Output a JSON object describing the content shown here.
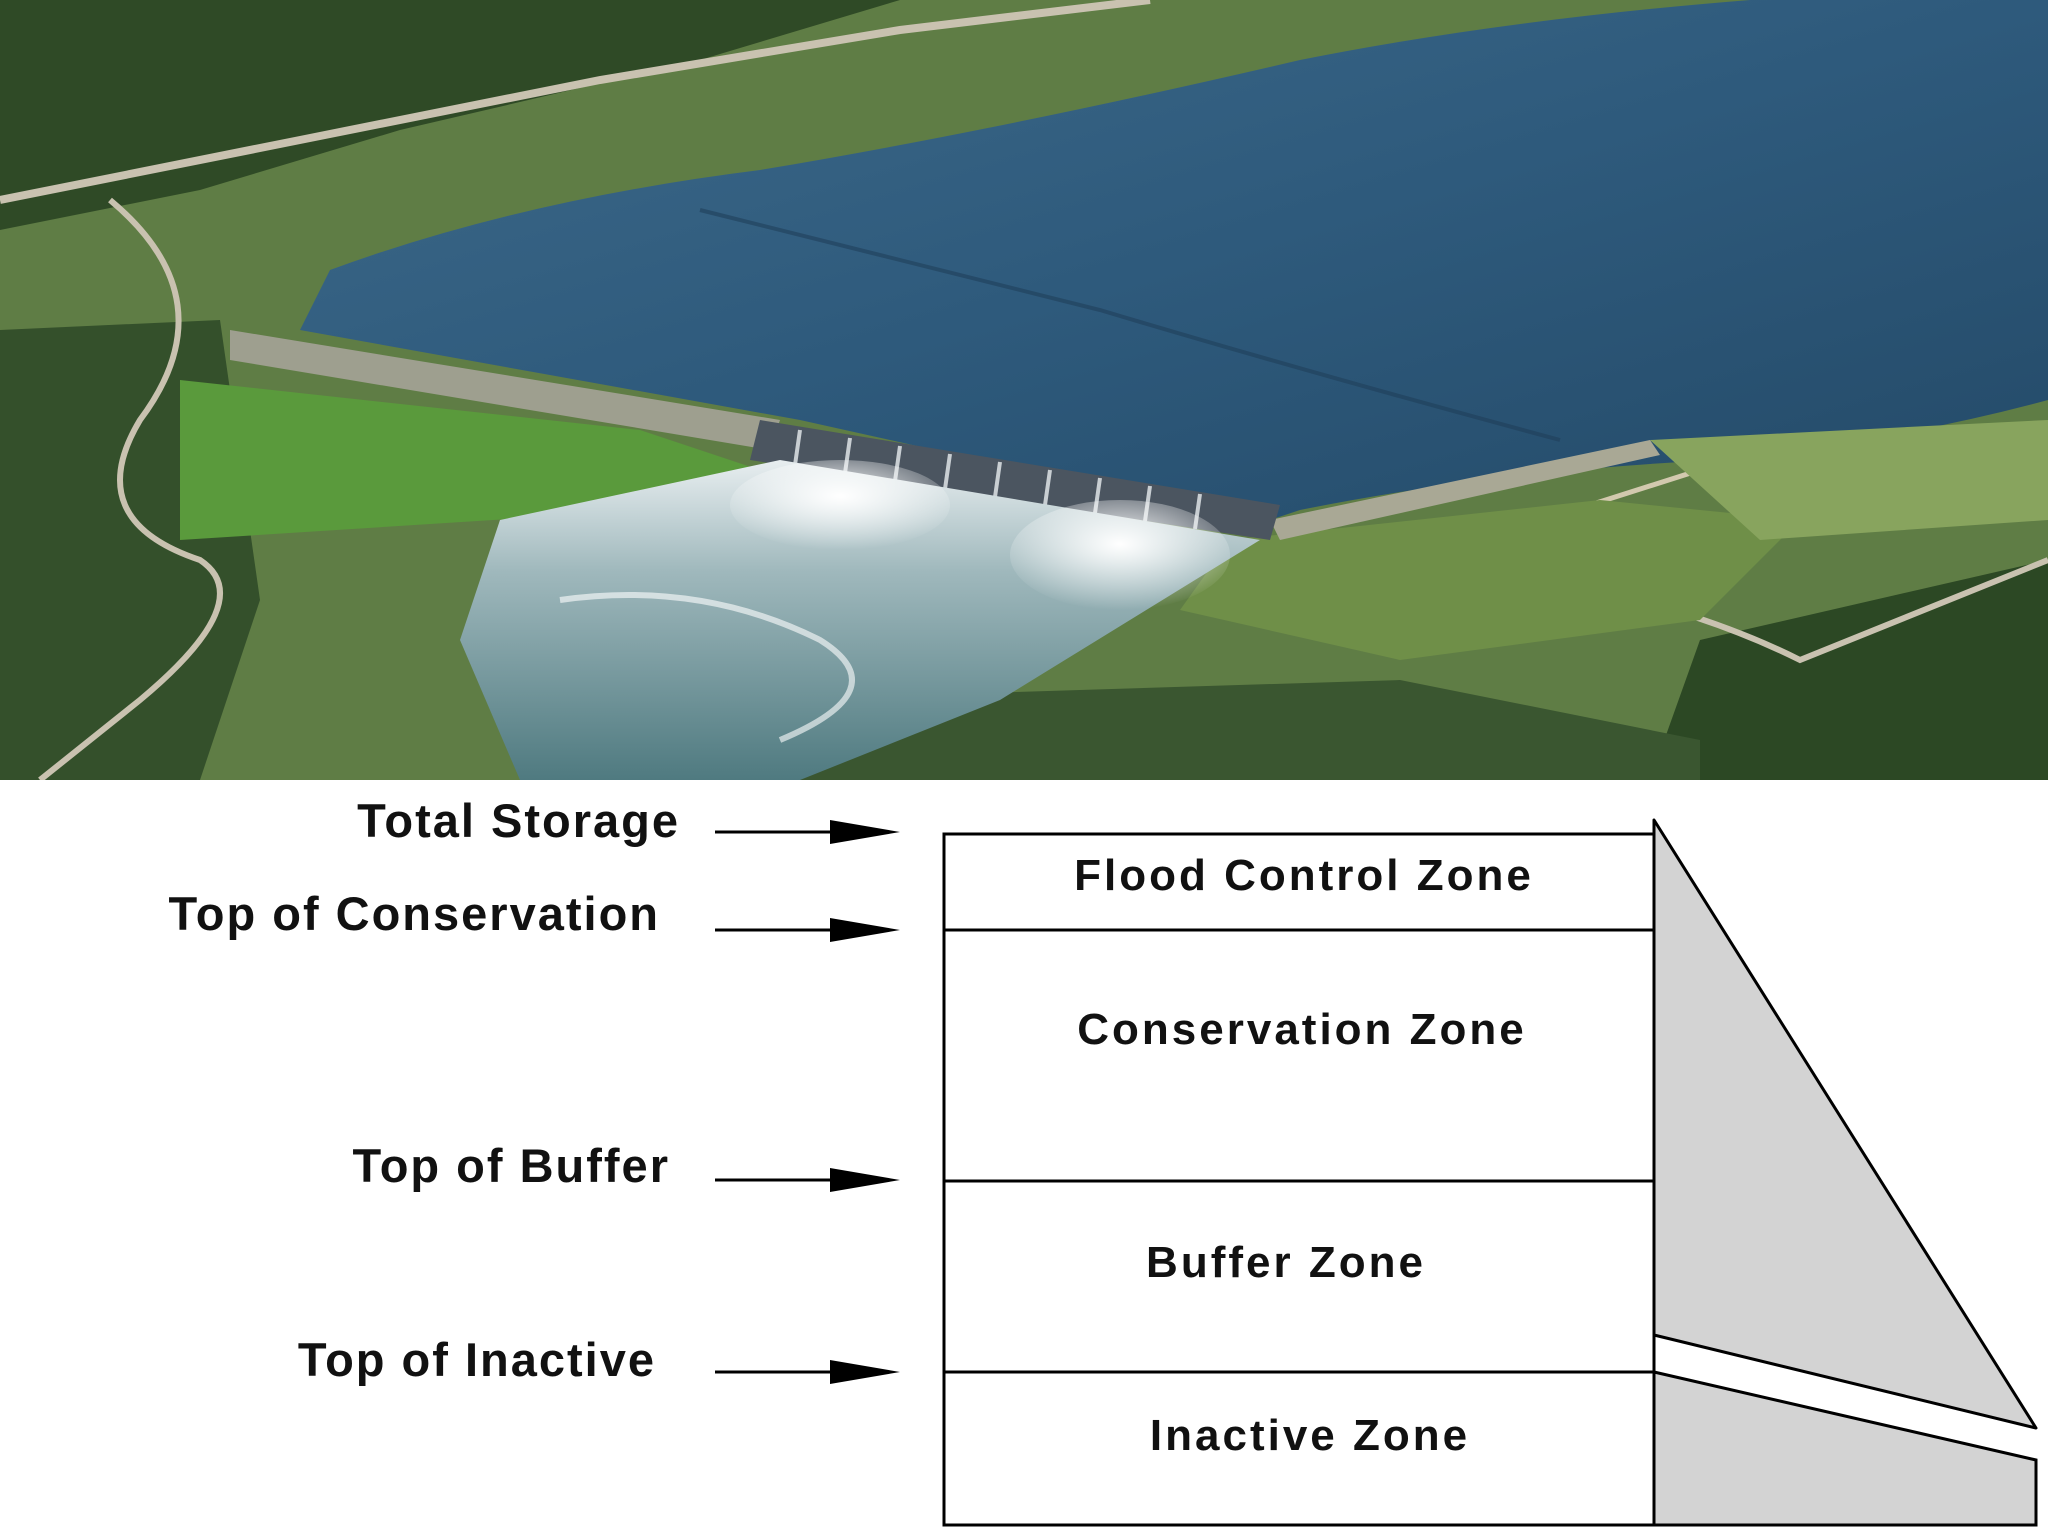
{
  "photo": {
    "subject": "aerial photograph of a reservoir and spillway dam releasing water"
  },
  "diagram": {
    "levels": [
      {
        "key": "total",
        "label": "Total Storage"
      },
      {
        "key": "conservation",
        "label": "Top of Conservation"
      },
      {
        "key": "buffer",
        "label": "Top of Buffer"
      },
      {
        "key": "inactive",
        "label": "Top of Inactive"
      }
    ],
    "zones": [
      {
        "key": "flood",
        "label": "Flood Control Zone"
      },
      {
        "key": "conservation",
        "label": "Conservation Zone"
      },
      {
        "key": "buffer",
        "label": "Buffer Zone"
      },
      {
        "key": "inactive",
        "label": "Inactive Zone"
      }
    ],
    "colors": {
      "dam_fill": "#d3d3d3",
      "line": "#000000",
      "water": "#2d5577",
      "grass": "#4e8a3c"
    }
  }
}
